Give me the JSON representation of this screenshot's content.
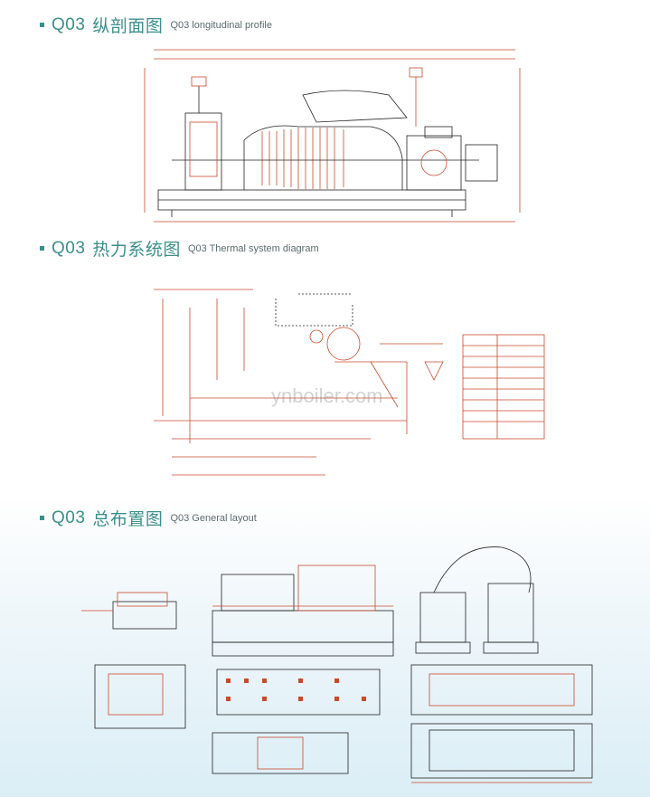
{
  "sections": [
    {
      "code": "Q03",
      "title_cn": "纵剖面图",
      "title_en": "Q03 longitudinal profile"
    },
    {
      "code": "Q03",
      "title_cn": "热力系统图",
      "title_en": "Q03 Thermal system diagram"
    },
    {
      "code": "Q03",
      "title_cn": "总布置图",
      "title_en": "Q03 General layout"
    }
  ],
  "watermark": "ynboiler.com",
  "colors": {
    "accent": "#3b8f8a",
    "drawing_red": "#c94a2b",
    "drawing_black": "#222222"
  }
}
